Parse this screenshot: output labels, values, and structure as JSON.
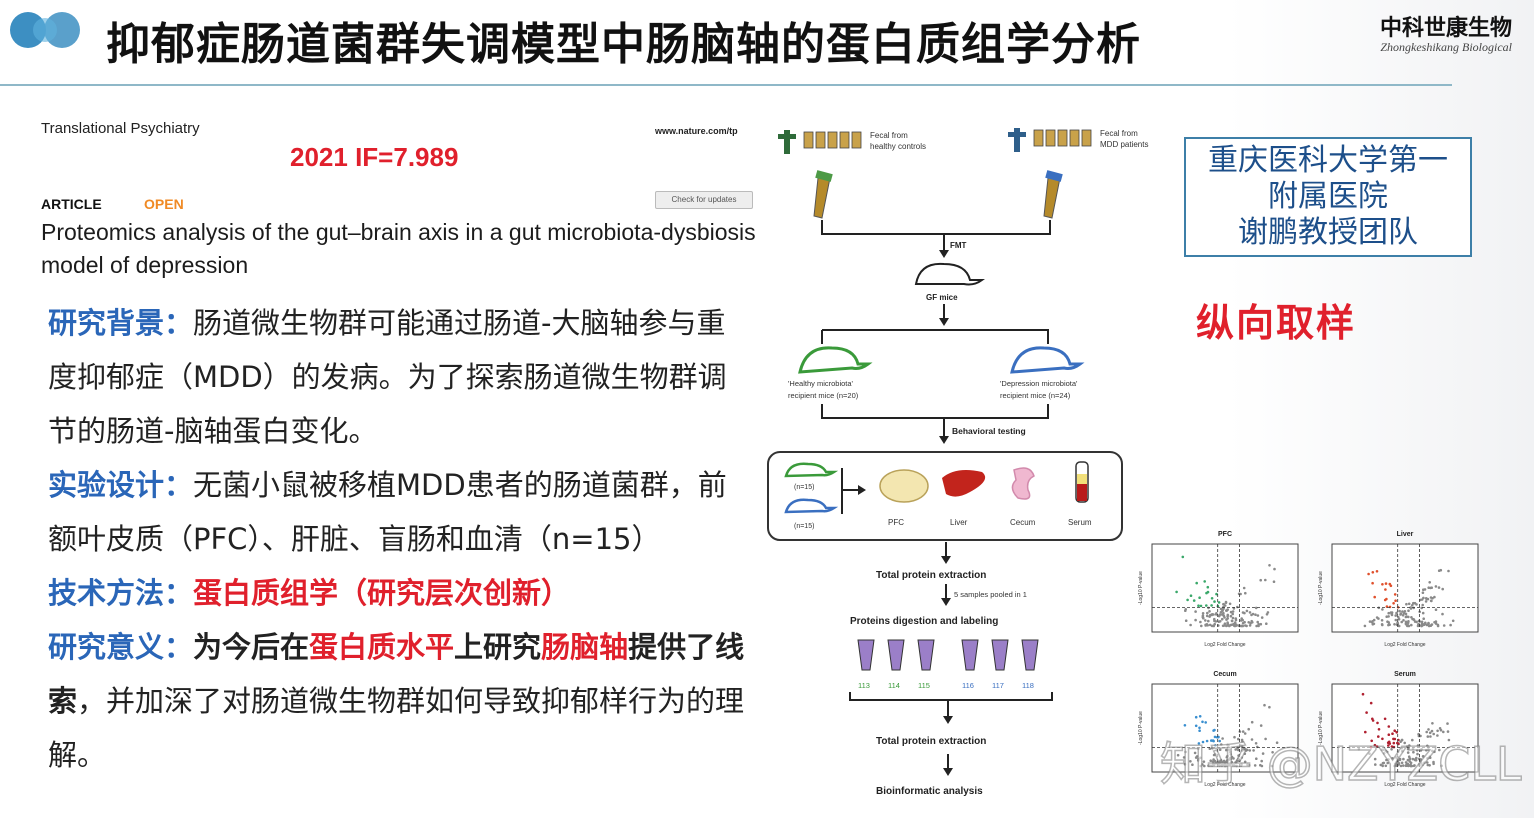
{
  "header": {
    "title": "抑郁症肠道菌群失调模型中肠脑轴的蛋白质组学分析",
    "brand_cn": "中科世康生物",
    "brand_en": "Zhongkeshikang Biological"
  },
  "paper": {
    "journal": "Translational Psychiatry",
    "url": "www.nature.com/tp",
    "impact": "2021 IF=7.989",
    "article_label": "ARTICLE",
    "open_label": "OPEN",
    "check_updates": "Check for updates",
    "title": "Proteomics analysis of the gut–brain axis in a gut microbiota-dysbiosis model of depression"
  },
  "sections": {
    "background_label": "研究背景：",
    "background_text": "肠道微生物群可能通过肠道-大脑轴参与重度抑郁症（MDD）的发病。为了探索肠道微生物群调节的肠道-脑轴蛋白变化。",
    "design_label": "实验设计：",
    "design_text": "无菌小鼠被移植MDD患者的肠道菌群，前额叶皮质（PFC）、肝脏、盲肠和血清（n=15）",
    "method_label": "技术方法：",
    "method_text": "蛋白质组学（研究层次创新）",
    "significance_label": "研究意义：",
    "sig_p1": "为今后在",
    "sig_r1": "蛋白质水平",
    "sig_p2": "上研究",
    "sig_r2": "肠脑轴",
    "sig_p3": "提供了线索",
    "sig_p4": "，并加深了对肠道微生物群如何导致抑郁样行为的理解。"
  },
  "diagram": {
    "donor_healthy": "Fecal from healthy controls",
    "donor_healthy_l1": "Fecal from",
    "donor_healthy_l2": "healthy controls",
    "donor_mdd_l1": "Fecal from",
    "donor_mdd_l2": "MDD patients",
    "fmt": "FMT",
    "gf_mice": "GF mice",
    "healthy_recipient_l1": "'Healthy microbiota'",
    "healthy_recipient_l2": "recipient mice (n=20)",
    "depression_recipient_l1": "'Depression microbiota'",
    "depression_recipient_l2": "recipient mice (n=24)",
    "behavioral": "Behavioral testing",
    "n15a": "(n=15)",
    "n15b": "(n=15)",
    "tissues": [
      "PFC",
      "Liver",
      "Cecum",
      "Serum"
    ],
    "total_protein_1": "Total protein extraction",
    "pooled": "5 samples pooled in 1",
    "digestion": "Proteins digestion and labeling",
    "tubes": [
      "113",
      "114",
      "115",
      "116",
      "117",
      "118"
    ],
    "total_protein_2": "Total protein extraction",
    "bioinformatic": "Bioinformatic analysis"
  },
  "hospital": {
    "line1": "重庆医科大学第一",
    "line2": "附属医院",
    "line3": "谢鹏教授团队"
  },
  "sampling_label": "纵向取样",
  "volcano": {
    "panels": [
      "PFC",
      "Liver",
      "Cecum",
      "Serum"
    ],
    "xlabel": "Log2 Fold Change",
    "ylabel": "-Log10 P-value"
  },
  "watermark": "知乎 @NZYZCLL",
  "colors": {
    "accent_blue": "#2a66b8",
    "accent_red": "#e0202c",
    "healthy_green": "#3a9a3a",
    "depression_blue": "#3a6fc0",
    "tube_purple": "#9b7fc8"
  }
}
